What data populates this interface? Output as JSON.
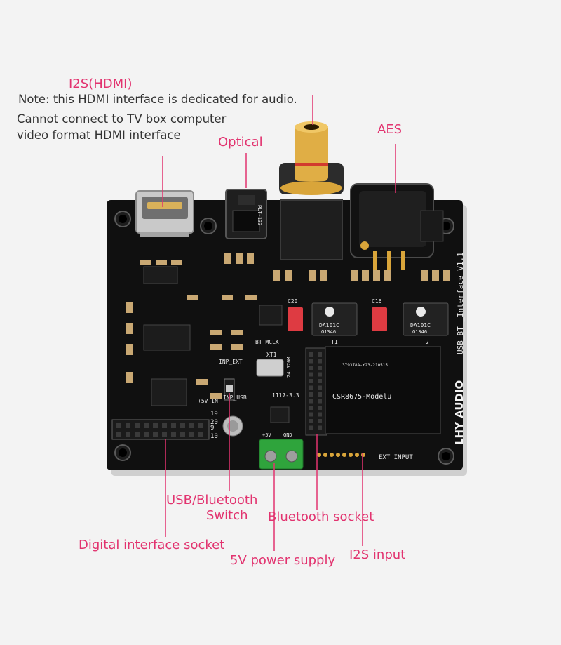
{
  "colors": {
    "label": "#e2336f",
    "note": "#333333",
    "background": "#f3f3f3",
    "pcb": "#101010",
    "terminal": "#2fa43c",
    "gold": "#d9a53a"
  },
  "callouts": {
    "i2s_hdmi": "I2S(HDMI)",
    "note_line1": "Note: this HDMI interface is dedicated for audio.",
    "note_line2": "Cannot connect to TV box computer",
    "note_line3": "video format HDMI interface",
    "optical": "Optical",
    "aes": "AES",
    "usb_bt_line1": "USB/Bluetooth",
    "usb_bt_line2": "Switch",
    "bluetooth_socket": "Bluetooth socket",
    "digital_socket": "Digital interface socket",
    "power": "5V power supply",
    "i2s_input": "I2S input"
  },
  "board": {
    "brand": "LHY AUDIO",
    "model": "USB_BT _Interface V1.1",
    "bt_module": "CSR8675-Modelu",
    "bt_module_code": "379378A-Y23-210515",
    "chip1": "DA101C",
    "chip1_code": "G1346",
    "chip1_label": "T1",
    "chip2": "DA101C",
    "chip2_code": "G1346",
    "chip2_label": "T2",
    "ext_input": "EXT_INPUT",
    "bt_mclk": "BT_MCLK",
    "inp_ext": "INP_EXT",
    "inp_usb": "INP_USB",
    "vin": "+5V_IN",
    "reg": "1117-3.3",
    "xtal": "XT1",
    "xtal_freq": "24.576M",
    "pin_19": "19",
    "pin_20": "20",
    "pin_9": "9",
    "pin_10": "10",
    "term_5v": "+5V",
    "term_gnd": "GND",
    "cap_c20": "C20",
    "cap_c16": "C16",
    "opt_label": "PLT-133"
  }
}
